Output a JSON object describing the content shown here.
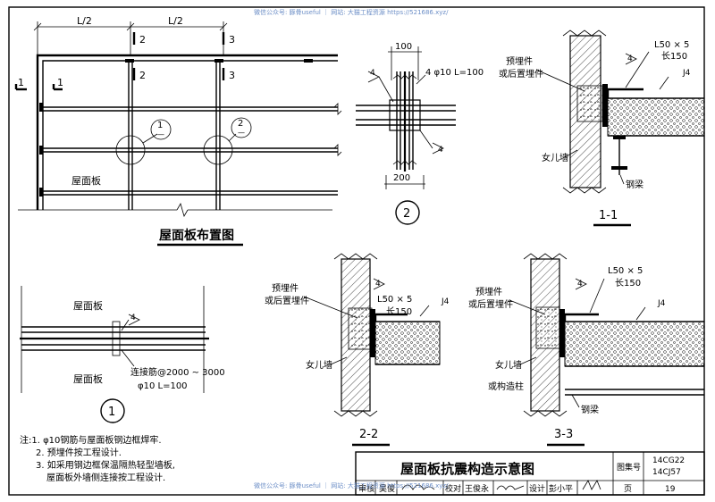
{
  "watermark": {
    "top": "微信公众号: 豚骨useful ｜ 网站: 大猫工程资源 https://521686.xyz/",
    "bottom": "微信公众号: 豚骨useful ｜ 网站: 大猫工程资源 https://521686.xyz/"
  },
  "layout_plan": {
    "title": "屋面板布置图",
    "dim_left": "L/2",
    "dim_right": "L/2",
    "section_1": "1",
    "section_2": "2",
    "section_3": "3",
    "callout_1_num": "1",
    "callout_1_den": "—",
    "callout_2_num": "2",
    "callout_2_den": "—",
    "panel_label": "屋面板"
  },
  "detail_2": {
    "dim_top": "100",
    "dim_bottom": "200",
    "rebar_label": "4 φ10 L=100",
    "weld": "4",
    "weld_b": "4",
    "circle": "2"
  },
  "section_1_1": {
    "embed_label_1": "预埋件",
    "embed_label_2": "或后置埋件",
    "angle": "L50 × 5",
    "length": "长150",
    "weld_4": "4",
    "weld_j4": "J4",
    "parapet": "女儿墙",
    "steel_beam": "钢梁",
    "title": "1-1"
  },
  "detail_1": {
    "panel_top": "屋面板",
    "panel_bottom": "屋面板",
    "weld": "4",
    "rebar_1": "连接筋@2000 ~ 3000",
    "rebar_2": "φ10  L=100",
    "circle": "1"
  },
  "section_2_2": {
    "embed_label_1": "预埋件",
    "embed_label_2": "或后置埋件",
    "angle": "L50 × 5",
    "length": "长150",
    "weld_4": "4",
    "weld_j4": "J4",
    "parapet": "女儿墙",
    "title": "2-2"
  },
  "section_3_3": {
    "embed_label_1": "预埋件",
    "embed_label_2": "或后置埋件",
    "angle": "L50 × 5",
    "length": "长150",
    "weld_4": "4",
    "weld_j4": "J4",
    "parapet_1": "女儿墙",
    "parapet_2": "或构造柱",
    "steel_beam": "钢梁",
    "title": "3-3"
  },
  "notes": {
    "n1": "注:1. φ10钢筋与屋面板钢边框焊牢.",
    "n2": "2. 预埋件按工程设计.",
    "n3": "3. 如采用钢边框保温隔热轻型墙板,",
    "n4": "屋面板外墙侧连接按工程设计."
  },
  "title_block": {
    "title": "屋面板抗震构造示意图",
    "atlas_label": "图集号",
    "atlas_1": "14CG22",
    "atlas_2": "14CJ57",
    "review": "审核",
    "reviewer": "吴俊",
    "check": "校对",
    "checker": "王俊永",
    "design": "设计",
    "designer": "彭小平",
    "page_label": "页",
    "page": "19"
  }
}
